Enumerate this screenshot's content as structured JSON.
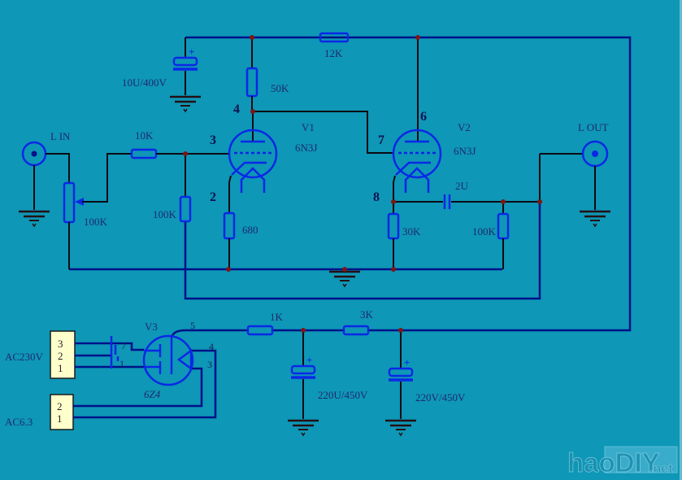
{
  "labels": {
    "cap_input": "10U/400V",
    "r_plate_rail": "12K",
    "r_50k": "50K",
    "in_jack": "L IN",
    "out_jack": "L OUT",
    "r_input": "10K",
    "pot": "100K",
    "r_grid": "100K",
    "r_cathode1": "680",
    "r_30k": "30K",
    "r_out": "100K",
    "c_coupling": "2U",
    "r_filter1": "1K",
    "r_filter2": "3K",
    "c_filter1": "220U/450V",
    "c_filter2": "220V/450V",
    "plus": "+"
  },
  "tubes": {
    "v1": {
      "ref": "V1",
      "type": "6N3J",
      "pin_grid": "3",
      "pin_plate": "4",
      "pin_cathode": "2"
    },
    "v2": {
      "ref": "V2",
      "type": "6N3J",
      "pin_plate": "6",
      "pin_grid": "7",
      "pin_cathode": "8"
    },
    "v3": {
      "ref": "V3",
      "type": "6Z4",
      "pin_plate": "5",
      "pin_heater_a": "4",
      "pin_heater_b": "3",
      "pin_7": "7",
      "pin_1": "1"
    }
  },
  "connectors": {
    "mains": {
      "label": "AC230V",
      "pins": [
        "3",
        "2",
        "1"
      ]
    },
    "heater": {
      "label": "AC6.3",
      "pins": [
        "2",
        "1"
      ]
    }
  },
  "watermark": {
    "brand": "haoDIY",
    "tld": ".net"
  },
  "colors": {
    "background": "#0E97B6",
    "component_blue": "#0A28E6",
    "wire_dark": "#0A0A14",
    "rail_navy": "#001189",
    "junction_dot": "#7C1616",
    "connector_fill": "#FFFFCC",
    "label_navy": "#1E2A6E"
  }
}
